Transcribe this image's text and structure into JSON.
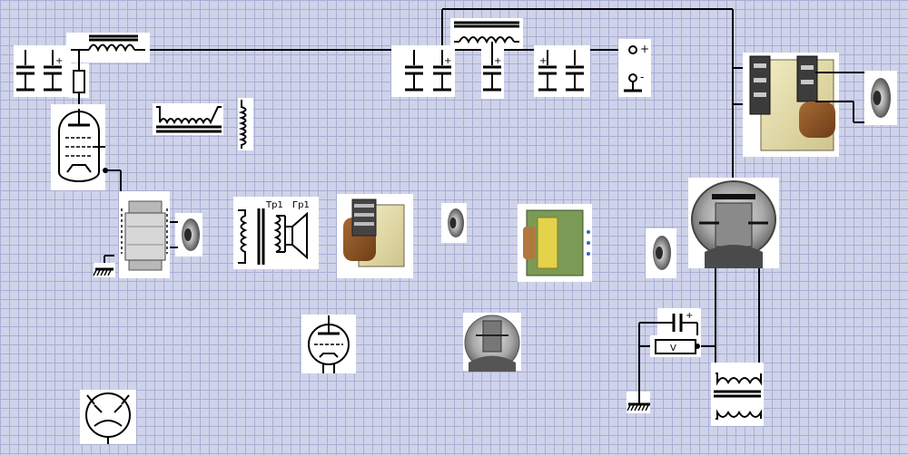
{
  "terminal_plus": "+",
  "terminal_minus": "-",
  "cap_polarity": "+",
  "transformer_primary_label": "Тр1",
  "speaker_label": "Гр1",
  "voltmeter_label": "V",
  "colors": {
    "grid_bg": "#cfd3ea",
    "grid_line": "#a9aed3",
    "wire": "#000000",
    "tile": "#ffffff"
  }
}
